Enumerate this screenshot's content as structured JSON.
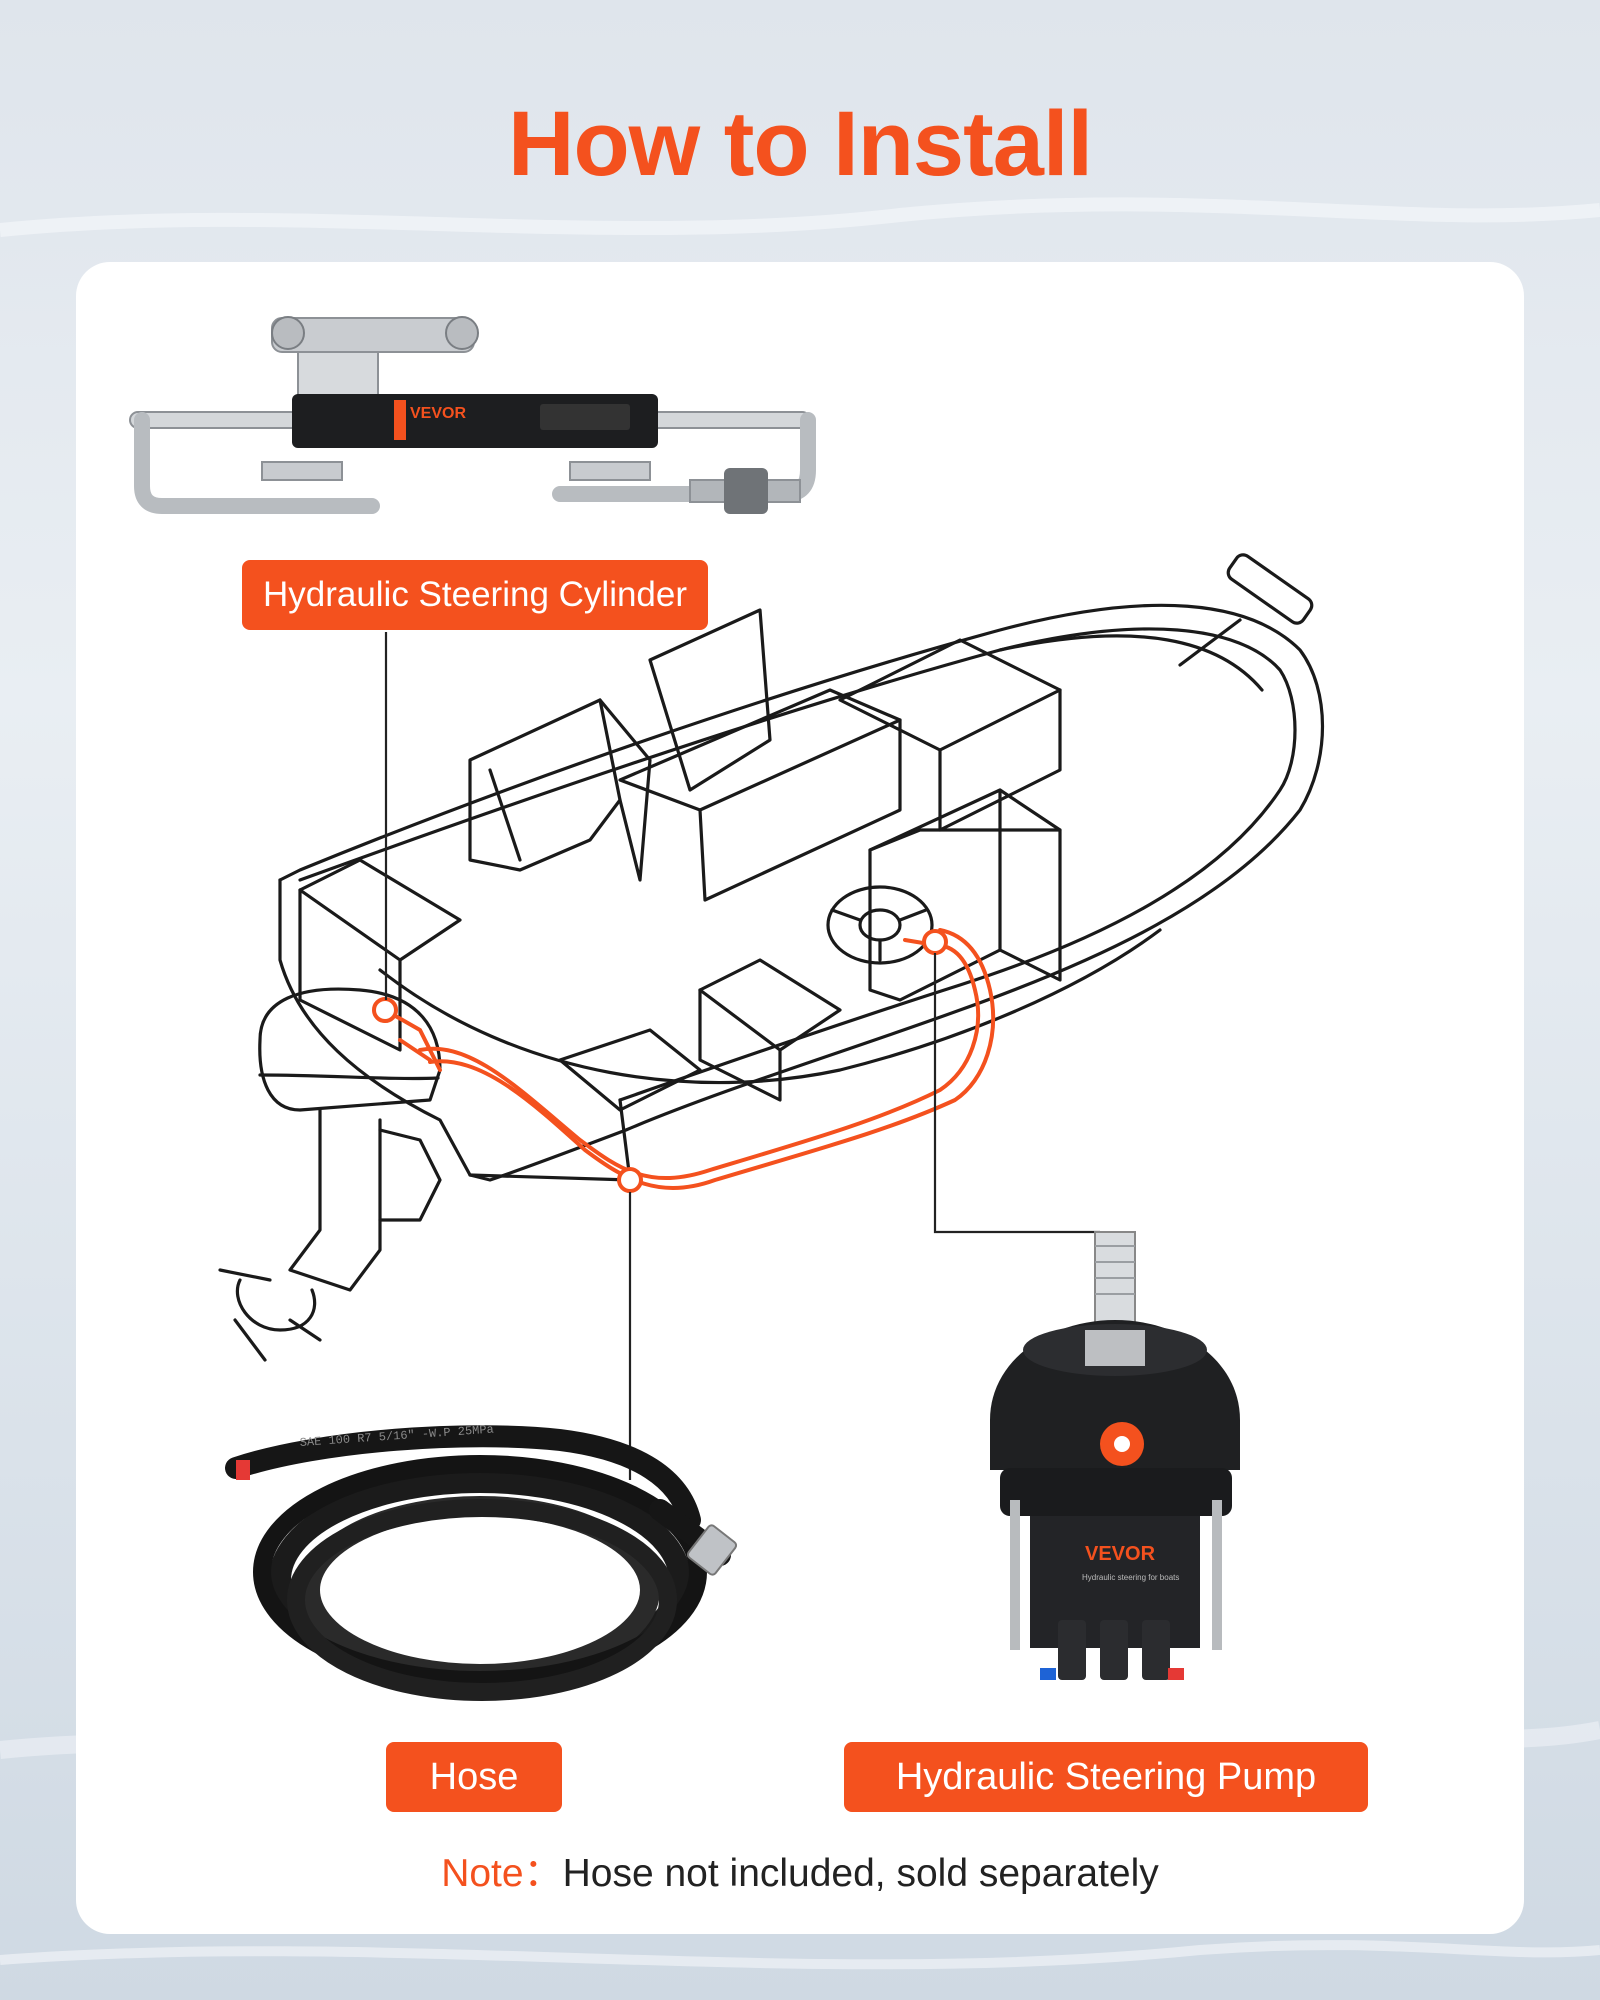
{
  "title": "How to Install",
  "labels": {
    "cylinder": "Hydraulic Steering Cylinder",
    "hose": "Hose",
    "pump": "Hydraulic Steering Pump"
  },
  "note": {
    "key": "Note：",
    "text": "Hose not included, sold separately"
  },
  "products": {
    "cylinder_brand": "VEVOR",
    "pump_brand": "VEVOR",
    "pump_caption": "Hydraulic steering for boats",
    "hose_print": "SAE 100 R7 5/16\" -W.P 25MPa"
  },
  "colors": {
    "accent": "#f4511e",
    "card": "#ffffff",
    "line": "#1a1a1a"
  }
}
